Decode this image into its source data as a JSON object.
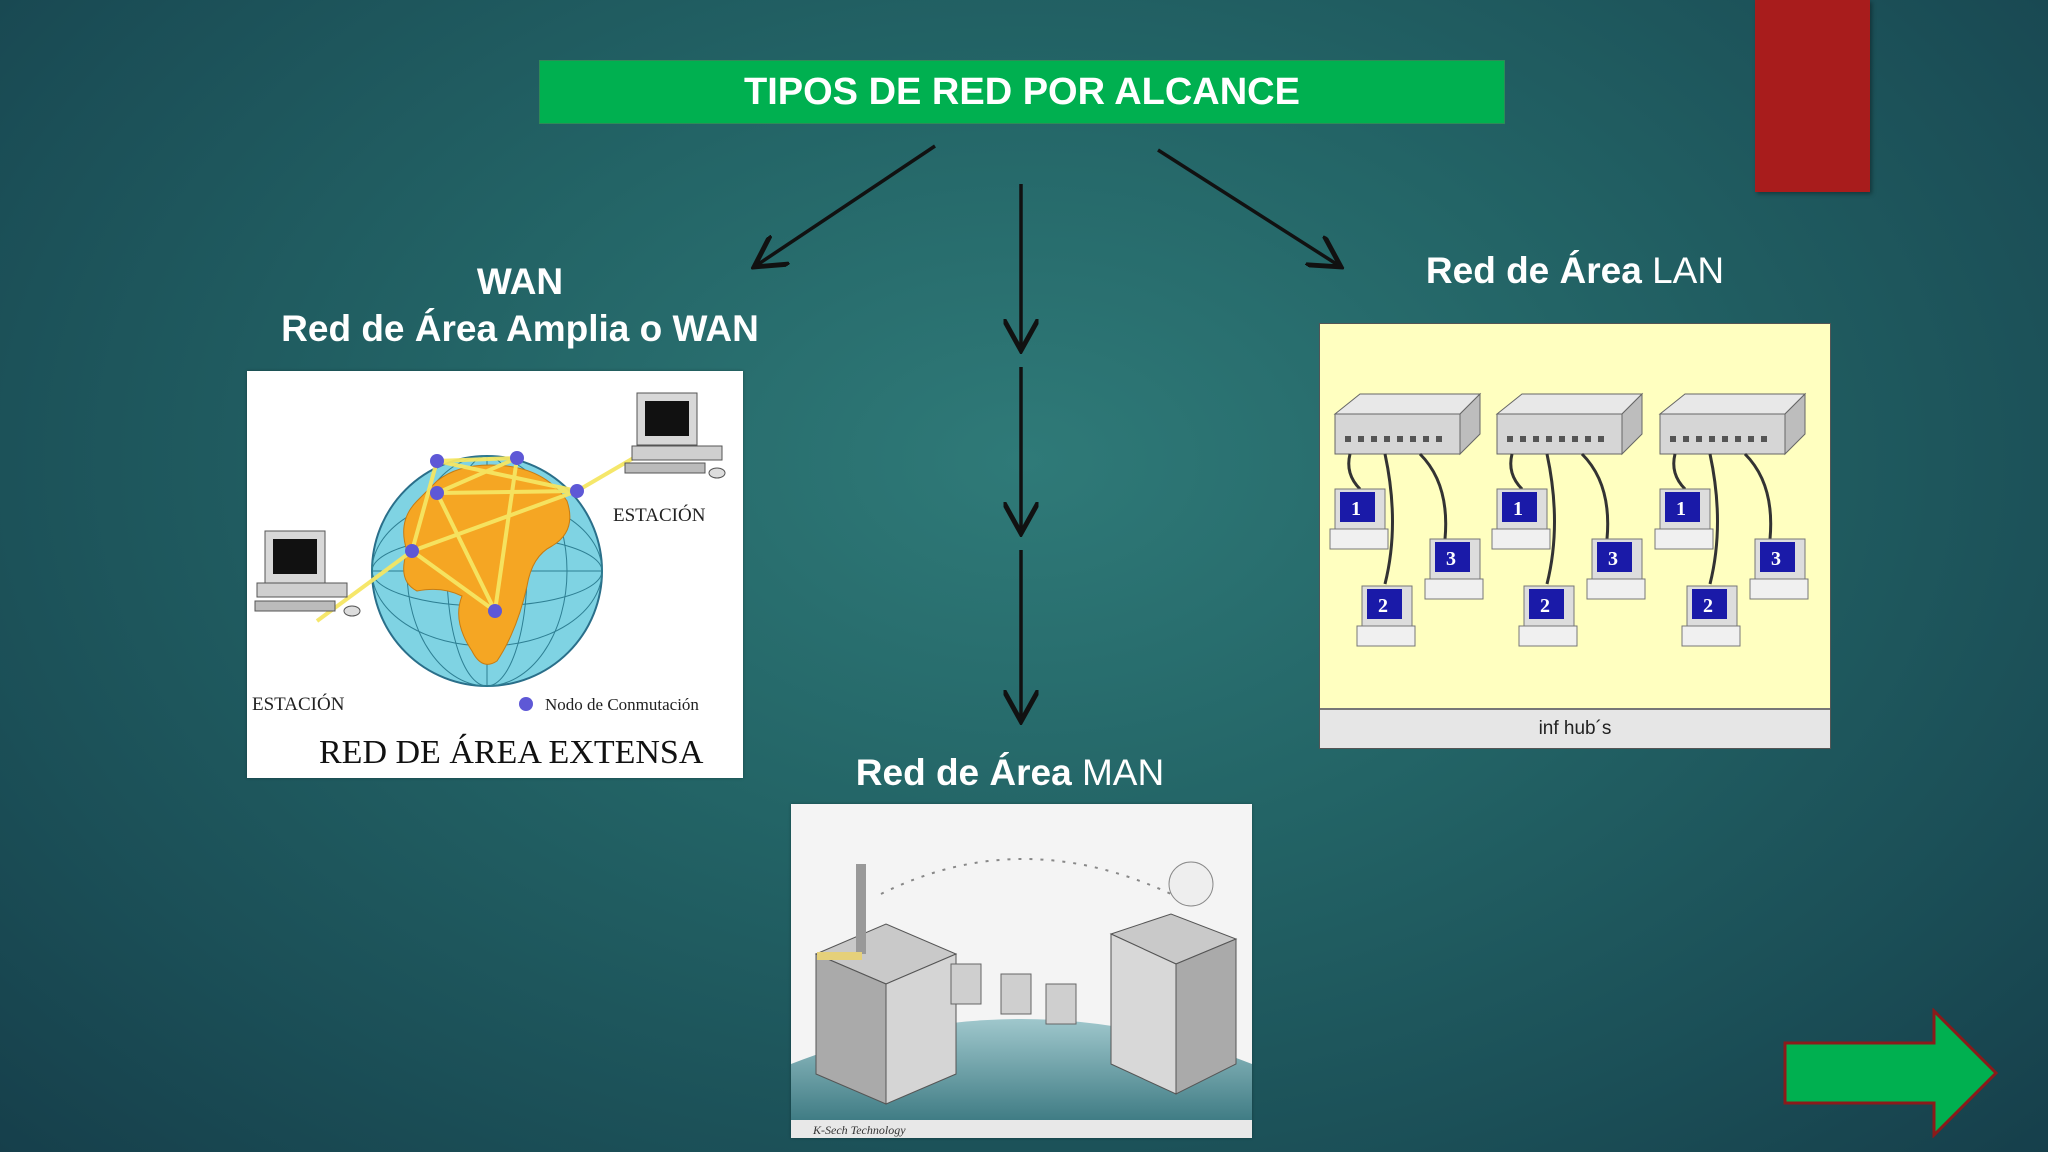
{
  "title": "TIPOS DE RED POR ALCANCE",
  "wan": {
    "line1": "WAN",
    "line2": "Red de Área Amplia o WAN",
    "image": {
      "station_left": "ESTACIÓN",
      "station_right": "ESTACIÓN",
      "legend": "Nodo de Conmutación",
      "caption": "RED DE ÁREA EXTENSA"
    }
  },
  "lan": {
    "label_bold": "Red de Área",
    "label_normal": "LAN",
    "image": {
      "footer": "inf hub´s",
      "pc_numbers": [
        "1",
        "2",
        "3"
      ]
    }
  },
  "man": {
    "label_bold": "Red de Área",
    "label_normal": "MAN",
    "image": {
      "brand": "K-Sech Technology"
    }
  },
  "colors": {
    "title_bg": "#00b050",
    "red_tab": "#a81c1c",
    "next_arrow": "#00b050"
  }
}
